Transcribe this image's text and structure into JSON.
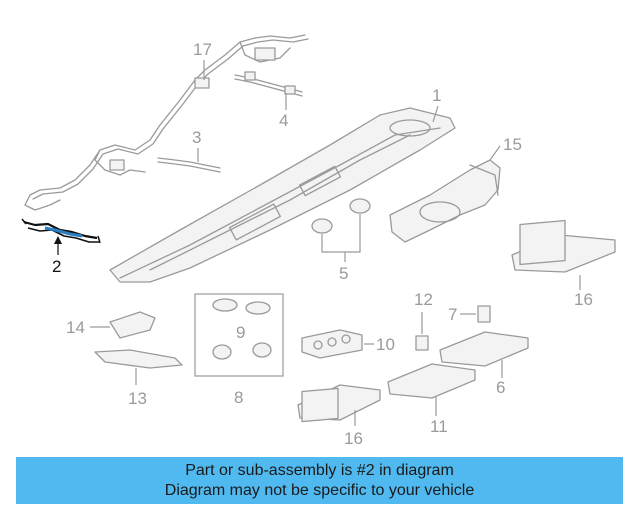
{
  "diagram": {
    "callouts": {
      "c1": "1",
      "c2": "2",
      "c3": "3",
      "c4": "4",
      "c5": "5",
      "c6": "6",
      "c7": "7",
      "c8": "8",
      "c9": "9",
      "c10": "10",
      "c11": "11",
      "c12": "12",
      "c13": "13",
      "c14": "14",
      "c15": "15",
      "c16a": "16",
      "c16b": "16",
      "c17": "17"
    },
    "highlight_color": "#2a7fc4"
  },
  "banner": {
    "line1": "Part or sub-assembly is #2 in diagram",
    "line2": "Diagram may not be specific to your vehicle",
    "background": "#4fb9f0"
  }
}
